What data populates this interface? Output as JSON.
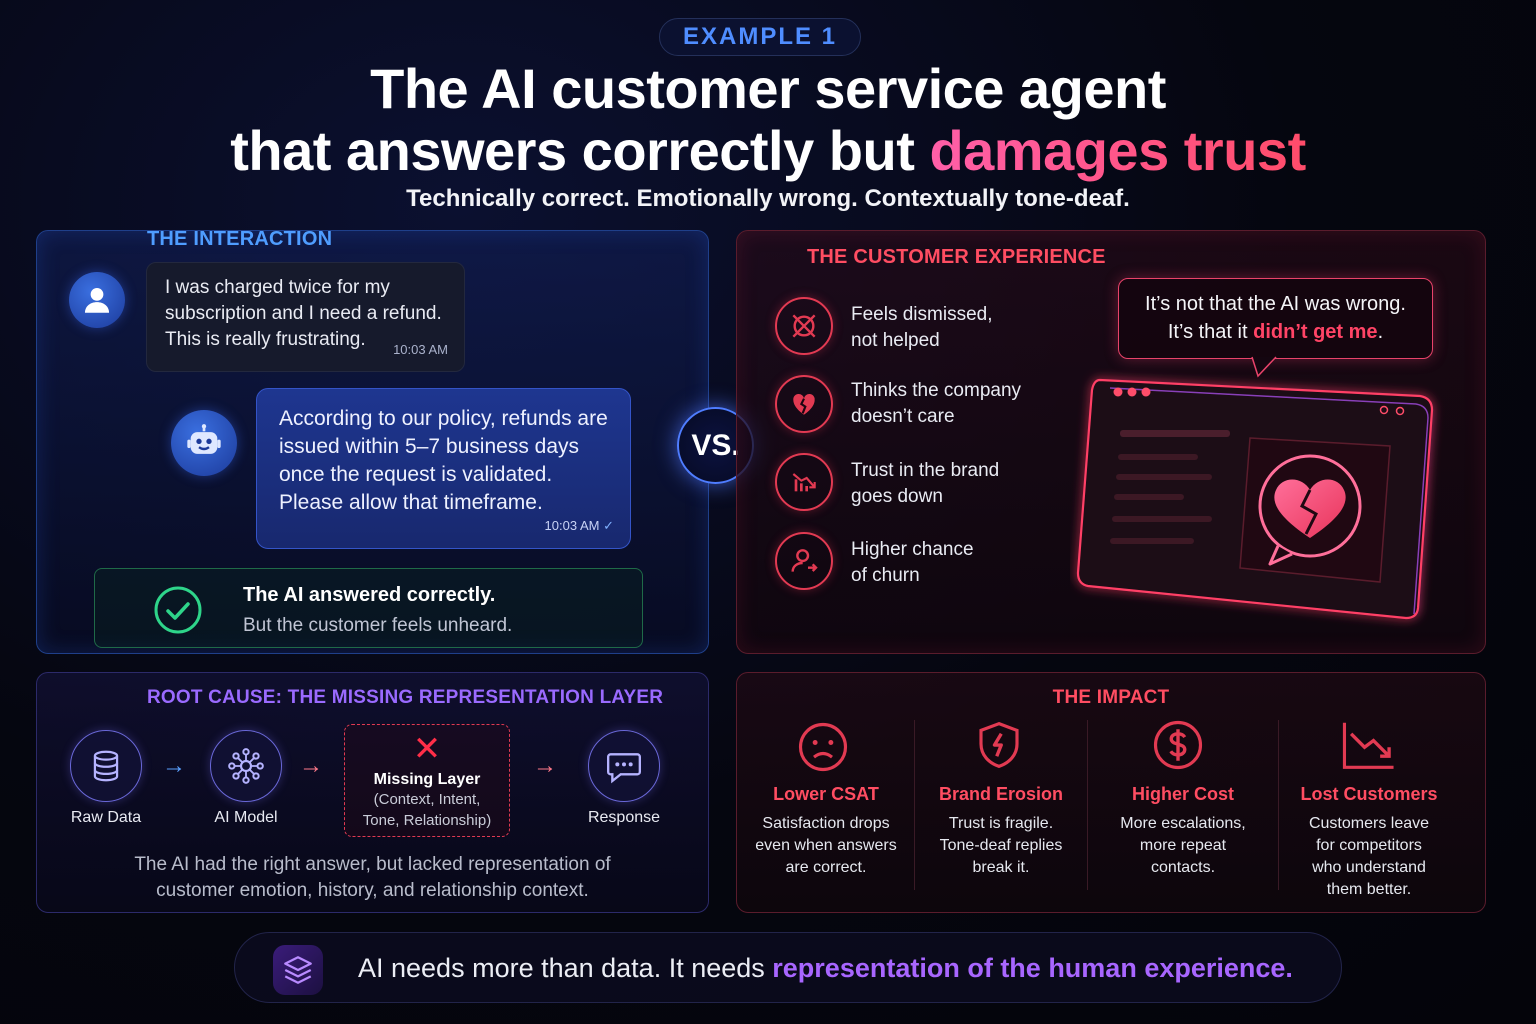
{
  "header": {
    "badge": "EXAMPLE 1",
    "title_line1": "The AI customer service agent",
    "title_line2_a": "that answers correctly but ",
    "title_line2_b": "damages trust",
    "subtitle": "Technically correct. Emotionally wrong. Contextually tone-deaf."
  },
  "interaction": {
    "title": "THE INTERACTION",
    "user_message": "I was charged twice for my subscription and I need a refund. This is really frustrating.",
    "user_time": "10:03 AM",
    "bot_message": "According to our policy, refunds are issued within 5–7 business days once the request is validated. Please allow that timeframe.",
    "bot_time": "10:03 AM",
    "verdict_title": "The AI answered correctly.",
    "verdict_sub": "But the customer feels unheard."
  },
  "vs_label": "VS.",
  "experience": {
    "title": "THE CUSTOMER EXPERIENCE",
    "items": [
      {
        "line1": "Feels dismissed,",
        "line2": "not helped",
        "icon": "dismissed-icon"
      },
      {
        "line1": "Thinks the company",
        "line2": "doesn’t care",
        "icon": "broken-heart-icon"
      },
      {
        "line1": "Trust in the brand",
        "line2": "goes down",
        "icon": "trend-down-icon"
      },
      {
        "line1": "Higher chance",
        "line2": "of churn",
        "icon": "user-leave-icon"
      }
    ],
    "quote_line1": "It’s not that the AI was wrong.",
    "quote_line2_a": "It’s that it ",
    "quote_line2_b": "didn’t get me",
    "quote_line2_c": "."
  },
  "root_cause": {
    "title": "ROOT CAUSE: THE MISSING REPRESENTATION LAYER",
    "nodes": {
      "raw_data": "Raw Data",
      "ai_model": "AI Model",
      "response": "Response"
    },
    "missing_title": "Missing Layer",
    "missing_line1": "(Context, Intent,",
    "missing_line2": "Tone, Relationship)",
    "summary_line1": "The AI had the right answer, but lacked representation of",
    "summary_line2": "customer emotion, history, and relationship context."
  },
  "impact": {
    "title": "THE IMPACT",
    "items": [
      {
        "title": "Lower CSAT",
        "l1": "Satisfaction drops",
        "l2": "even when answers",
        "l3": "are correct.",
        "l4": ""
      },
      {
        "title": "Brand Erosion",
        "l1": "Trust is fragile.",
        "l2": "Tone-deaf replies",
        "l3": "break it.",
        "l4": ""
      },
      {
        "title": "Higher Cost",
        "l1": "More escalations,",
        "l2": "more repeat",
        "l3": "contacts.",
        "l4": ""
      },
      {
        "title": "Lost Customers",
        "l1": "Customers leave",
        "l2": "for competitors",
        "l3": "who understand",
        "l4": "them better."
      }
    ]
  },
  "footer": {
    "text_a": "AI needs more than data. It needs ",
    "text_b": "representation of the human experience."
  },
  "colors": {
    "accent_blue": "#4f8dff",
    "accent_red": "#ff4d62",
    "accent_purple": "#a866ff",
    "success_green": "#2ed58a"
  }
}
